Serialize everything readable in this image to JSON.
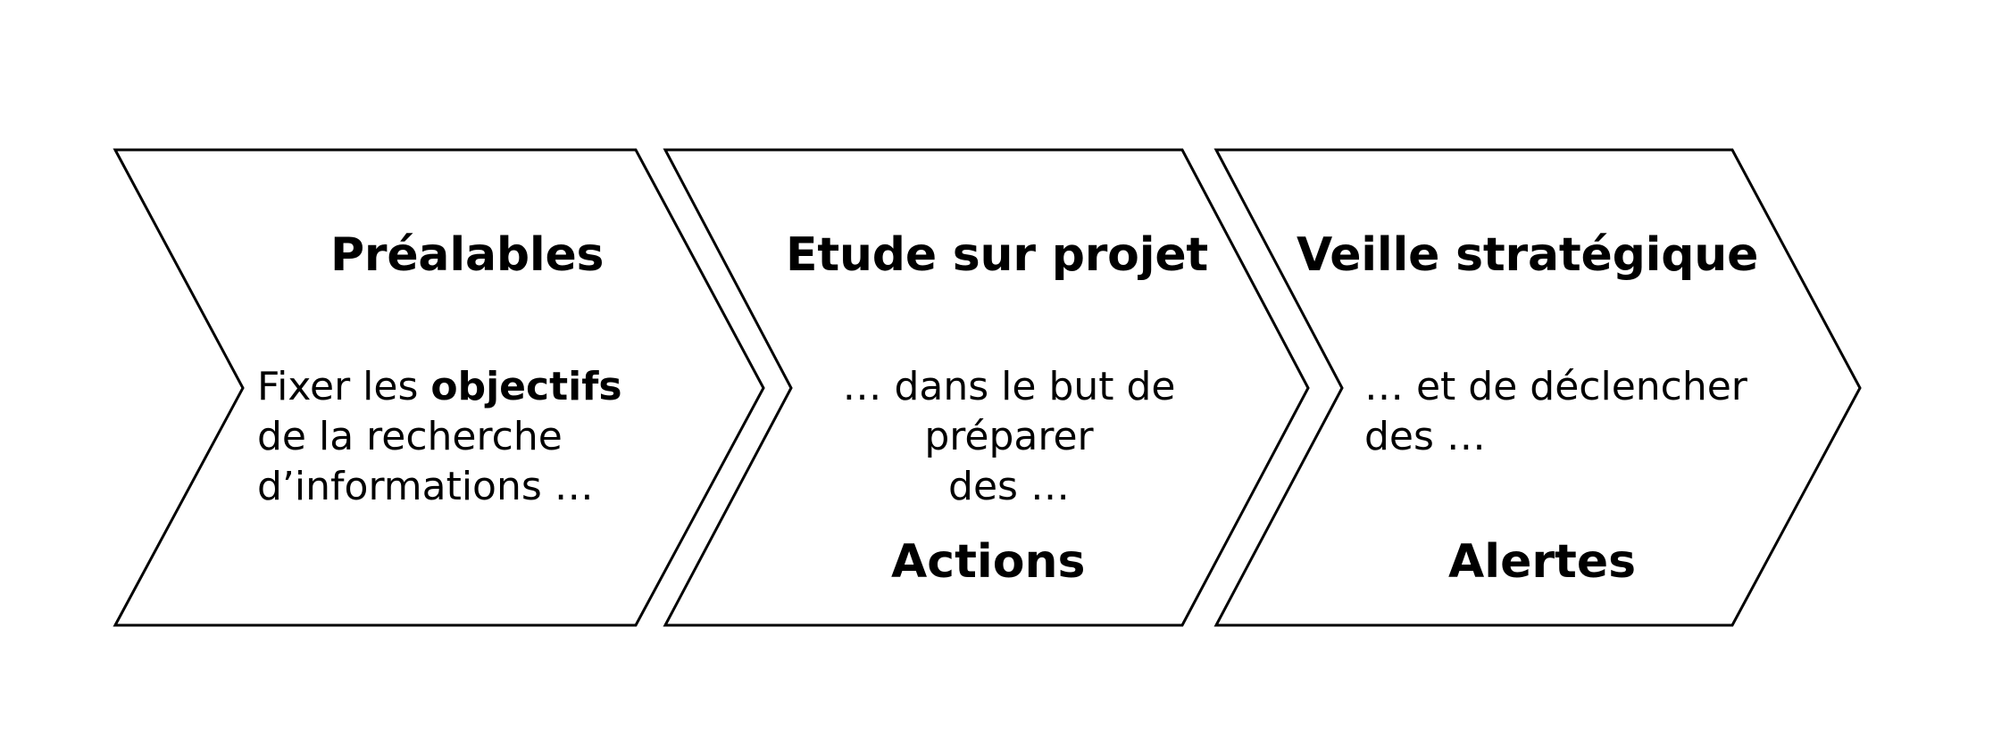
{
  "diagram": {
    "type": "chevron-process-flow",
    "orientation": "horizontal",
    "background_color": "#ffffff",
    "stroke_color": "#000000",
    "fill_color": "#ffffff",
    "steps": [
      {
        "id": "prealables",
        "title": "Préalables",
        "body_prefix": "Fixer les ",
        "body_emphasis": "objectifs",
        "body_suffix": " de la recherche d’informations …",
        "footer": ""
      },
      {
        "id": "etude-sur-projet",
        "title": "Etude sur projet",
        "body_line1": "… dans le but de",
        "body_line2": "préparer",
        "body_line3": "des …",
        "footer": "Actions"
      },
      {
        "id": "veille-strategique",
        "title": "Veille stratégique",
        "body_line1": "… et de déclencher",
        "body_line2": " des …",
        "footer": "Alertes"
      }
    ]
  }
}
